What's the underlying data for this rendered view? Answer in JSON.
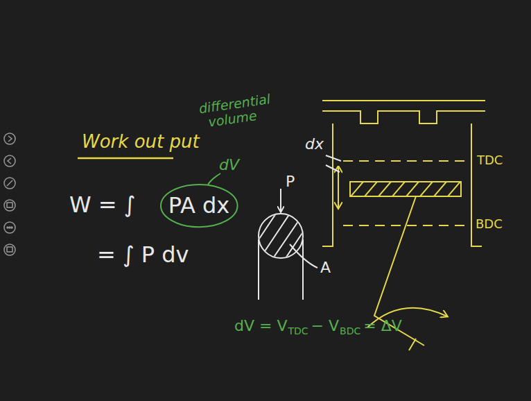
{
  "diagram": {
    "title": "Work out put",
    "nodes": [
      {
        "text": [
          "PA dx"
        ]
      }
    ],
    "labels": [
      "differential volume",
      "dV",
      "W = ∫",
      "= ∫ P dv",
      "P",
      "A",
      "dx",
      "TDC",
      "BDC",
      "dV = V",
      "TDC",
      "− V",
      "BDC",
      "= ΔV"
    ]
  }
}
